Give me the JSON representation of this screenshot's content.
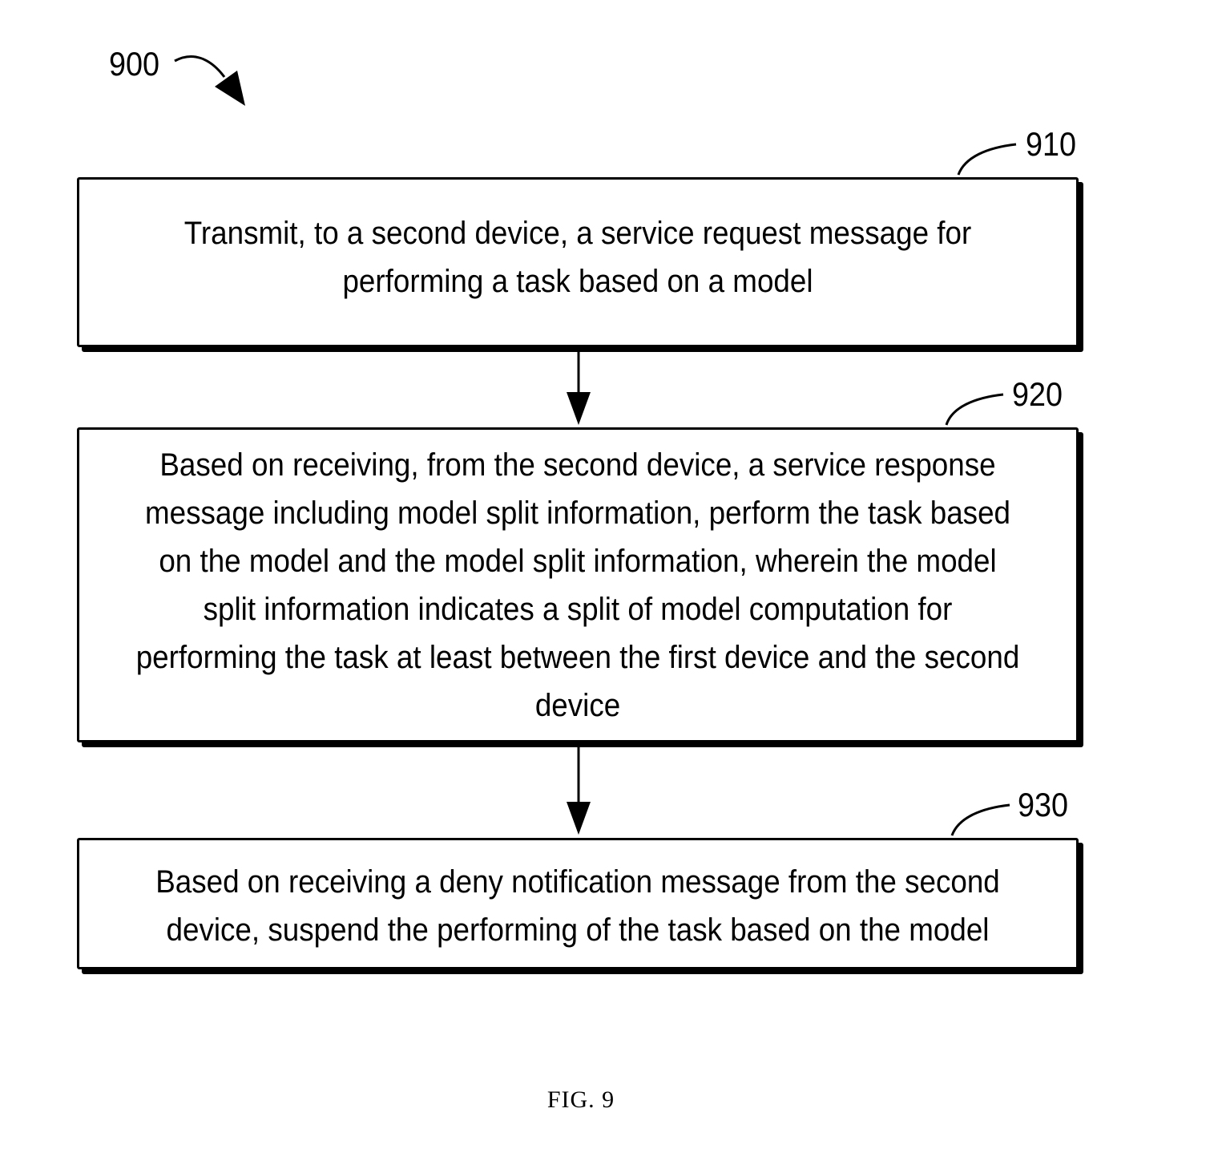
{
  "figure": {
    "id": "900",
    "caption": "FIG. 9"
  },
  "steps": [
    {
      "ref": "910",
      "text": "Transmit, to a second device, a service request message for performing a task based on a model"
    },
    {
      "ref": "920",
      "text": "Based on receiving, from the second device, a service response message including model split information, perform the task based on the model and the model split information, wherein the model split information indicates a split of model computation for performing the task at least between the first device and the second device"
    },
    {
      "ref": "930",
      "text": "Based on receiving a deny notification message from the second device, suspend the performing of the task based on the model"
    }
  ],
  "colors": {
    "line": "#000000",
    "background": "#ffffff"
  }
}
